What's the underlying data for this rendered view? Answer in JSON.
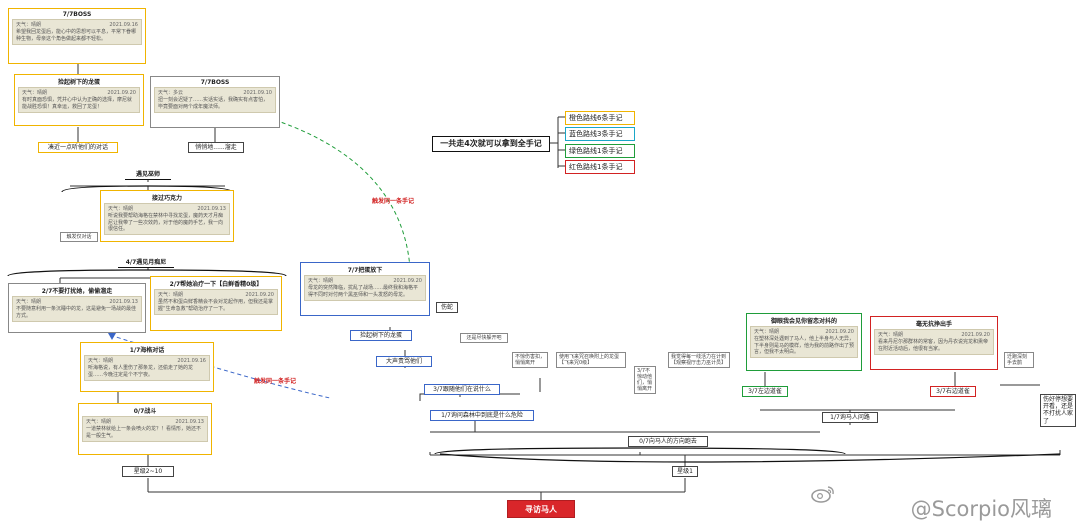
{
  "root": "寻访马人",
  "branches": [
    "星级2~10",
    "星级1"
  ],
  "left": {
    "n1": "0/7战斗",
    "n2": "1/7海格对话",
    "n3a": "2/7不要打扰她，偷偷溜走",
    "n3b": "2/7帮她治疗一下【白鲜香精0级】",
    "n4": "4/7遇见月痴尼",
    "n5": "遇见巫师",
    "n6": "接过巧克力",
    "n7a": "凑近一点听他们的对话",
    "n7b": "悄悄地......溜走",
    "n8": "捡起树下的龙蛋",
    "n9a": "7/7BOSS",
    "n9b": "7/7BOSS",
    "tag_cut": "触发仅对话"
  },
  "mid": {
    "m1": "0/7向马人的方向跑去",
    "m2": "1/7询问森林中到底是什么危险",
    "m3": "3/7跟随他们在说什么",
    "m4": "大声责骂他们",
    "m5": "捡起树下的龙蛋",
    "m6": "伤蛇",
    "m7": "7/7把蛋放下",
    "t1": "还是尽快躲开吧",
    "t2": "不惊伤害扣，悄悄离开",
    "t3": "使用飞来咒召唤附上的龙蛋【飞来咒0级】",
    "t4": "3/7不惊动他们，悄悄离开"
  },
  "right": {
    "r1": "1/7询马人问路",
    "r2a": "3/7左边道雀",
    "r2b": "3/7右边道雀",
    "r3a": "御眼我会见你留恋对抖的",
    "r3b": "毫无抗挣出手",
    "t5": "我觉得每一线活力在计到【观察视厅击力巫计员】",
    "t6": "迁跑深刻手去鹊",
    "t7": "伤好停想要开看，还是不打扰人家了"
  },
  "cards": {
    "c_boss1": {
      "weather": "天气：晴朗",
      "date": "2021.09.16",
      "body": "希望我回龙蛋后，能心中的思想可以平息，平常下眷哪种生物，母亲这个角色做起来都不轻松。"
    },
    "c_egg": {
      "weather": "天气：晴朗",
      "date": "2021.09.20",
      "body": "有时真面恐惧，凭并心中认为正确的选择，摩尼就能战胜恐惧！真幸运，救回了龙蛋！"
    },
    "c_boss2": {
      "weather": "天气：多云",
      "date": "2021.09.10",
      "body": "扭一刻会迟疑了……实话实话，我确实有点害怕，毕竟要面对两个成年魔法师。"
    },
    "c_choc": {
      "weather": "天气：晴朗",
      "date": "2021.09.13",
      "body": "听说我要帮助海格在禁林中寻找龙蛋，魔药天才月痴尼让我带了一些次效药，对于他的魔药手艺，我一向很信任。"
    },
    "c_left3a": {
      "weather": "天气：晴朗",
      "date": "2021.09.13",
      "body": "不要随意利用一条沉睡中的龙，这是避免一场战的最佳方式。"
    },
    "c_left3b": {
      "weather": "天气：晴朗",
      "date": "2021.09.20",
      "body": "虽然不和蛋白鲜香精会不会对龙起作用，但我还是掌握“生命急救”帮助治疗了一下。"
    },
    "c_hagrid": {
      "weather": "天气：晴朗",
      "date": "2021.09.16",
      "body": "听海格说，有人重伤了那条龙，还偷走了她的龙蛋……今晚注定是个不宁夜。"
    },
    "c_fight": {
      "weather": "天气：晴朗",
      "date": "2021.09.13",
      "body": "一道禁林就给上一条会喷火的龙？！看情形，她还不是一般生气。"
    },
    "c_down": {
      "weather": "天气：晴朗",
      "date": "2021.09.20",
      "body": "母龙的突然降临，扰乱了战场……最终我和海格平得不同时对付两个黑巫师和一头发怒的母龙。"
    },
    "c_r3a": {
      "weather": "天气：晴朗",
      "date": "2021.09.20",
      "body": "在塑林深处遇到了马人，他上半身与人无异，下半身则是马的模样，他为我的前路作出了预言，但我不太明白。"
    },
    "c_r3b": {
      "weather": "天气：晴朗",
      "date": "2021.09.20",
      "body": "看来丹尼尔那群林的常客，因为丹衣说完龙和熏帝在附近活动后，他很有当家。"
    }
  },
  "legend": {
    "title": "一共走4次就可以拿到全手记",
    "items": [
      {
        "label": "橙色路线6条手记",
        "color": "#f0b400"
      },
      {
        "label": "蓝色路线3条手记",
        "color": "#1aa7c8"
      },
      {
        "label": "绿色路线1条手记",
        "color": "#1f9d3a"
      },
      {
        "label": "红色路线1条手记",
        "color": "#d22222"
      }
    ]
  },
  "annotations": {
    "trigger_a": "触发同一条手记",
    "trigger_b": "触发同一条手记"
  },
  "watermark": "@Scorpio风璃",
  "colors": {
    "orange": "#f0b400",
    "blue": "#3a66c8",
    "green": "#1f9d3a",
    "red": "#d22222",
    "root": "#d9262a"
  }
}
